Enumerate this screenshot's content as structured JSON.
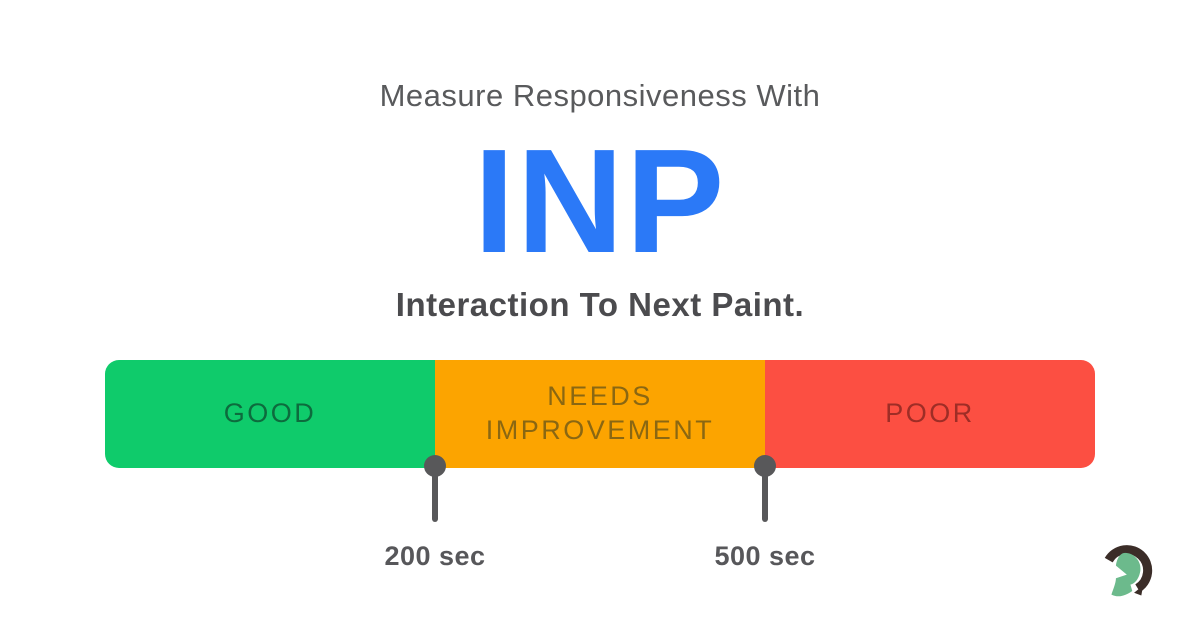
{
  "header": {
    "title": "Measure Responsiveness With",
    "acronym": "INP",
    "subtitle": "Interaction To Next Paint."
  },
  "scale": {
    "segments": [
      {
        "label": "GOOD",
        "color": "#0fcb6b",
        "text_color": "#0d6b3d"
      },
      {
        "label": "NEEDS IMPROVEMENT",
        "color": "#fca400",
        "text_color": "#8a6712"
      },
      {
        "label": "POOR",
        "color": "#fc4f42",
        "text_color": "#9e2d26"
      }
    ],
    "markers": [
      {
        "value": "200 sec"
      },
      {
        "value": "500 sec"
      }
    ],
    "marker_color": "#58585a"
  },
  "colors": {
    "background": "#ffffff",
    "acronym_blue": "#2b79f7",
    "title_gray": "#595a5c",
    "subtitle_gray": "#4b4b4e"
  },
  "logo": {
    "icon": "spartan-helmet-icon",
    "helmet_color": "#6cba8c",
    "crest_color": "#3b2d28"
  }
}
